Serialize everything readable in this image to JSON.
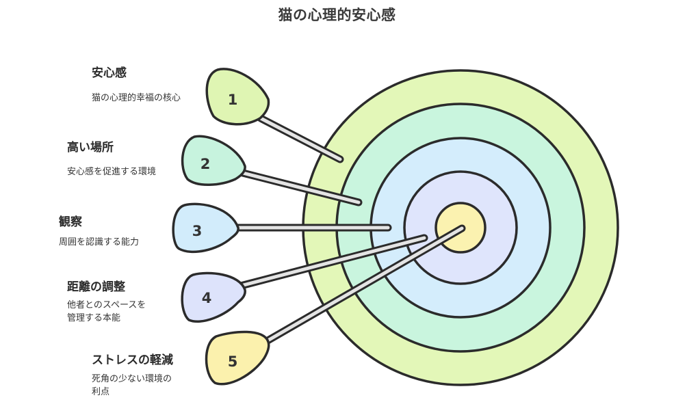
{
  "title": "猫の心理的安心感",
  "items": [
    {
      "number": "1",
      "title": "安心感",
      "description": "猫の心理的幸福の核心",
      "color": "#dff5b3"
    },
    {
      "number": "2",
      "title": "高い場所",
      "description": "安心感を促進する環境",
      "color": "#c7f3de"
    },
    {
      "number": "3",
      "title": "観察",
      "description": "周囲を認識する能力",
      "color": "#d2ecfb"
    },
    {
      "number": "4",
      "title": "距離の調整",
      "description": "他者とのスペースを\n管理する本能",
      "color": "#dde3fb"
    },
    {
      "number": "5",
      "title": "ストレスの軽減",
      "description": "死角の少ない環境の\n利点",
      "color": "#fbf1ad"
    }
  ],
  "target_colors": [
    "#e3f7b8",
    "#c9f5de",
    "#d4edfc",
    "#dfe5fc",
    "#fbf2b0"
  ]
}
